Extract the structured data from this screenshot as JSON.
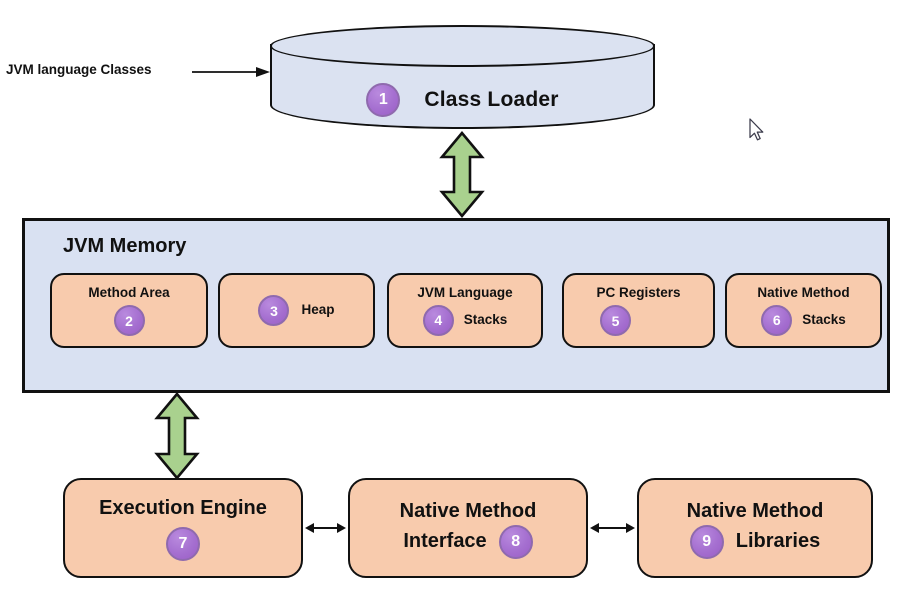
{
  "input": {
    "label": "JVM language Classes"
  },
  "class_loader": {
    "badge": "1",
    "label": "Class Loader"
  },
  "jvm_memory": {
    "title": "JVM Memory",
    "components": [
      {
        "badge": "2",
        "label": "Method Area"
      },
      {
        "badge": "3",
        "label": "Heap"
      },
      {
        "badge": "4",
        "line1": "JVM Language",
        "line2": "Stacks"
      },
      {
        "badge": "5",
        "label": "PC Registers"
      },
      {
        "badge": "6",
        "line1": "Native Method",
        "line2": "Stacks"
      }
    ]
  },
  "engine_row": [
    {
      "badge": "7",
      "label": "Execution Engine"
    },
    {
      "badge": "8",
      "line1": "Native Method",
      "line2": "Interface"
    },
    {
      "badge": "9",
      "line1": "Native Method",
      "line2": "Libraries"
    }
  ],
  "colors": {
    "container_fill": "#d9e1f2",
    "component_fill": "#f8cbad",
    "badge_fill": "#a56fd0",
    "arrow_green": "#a9d18e",
    "outline": "#111111"
  }
}
